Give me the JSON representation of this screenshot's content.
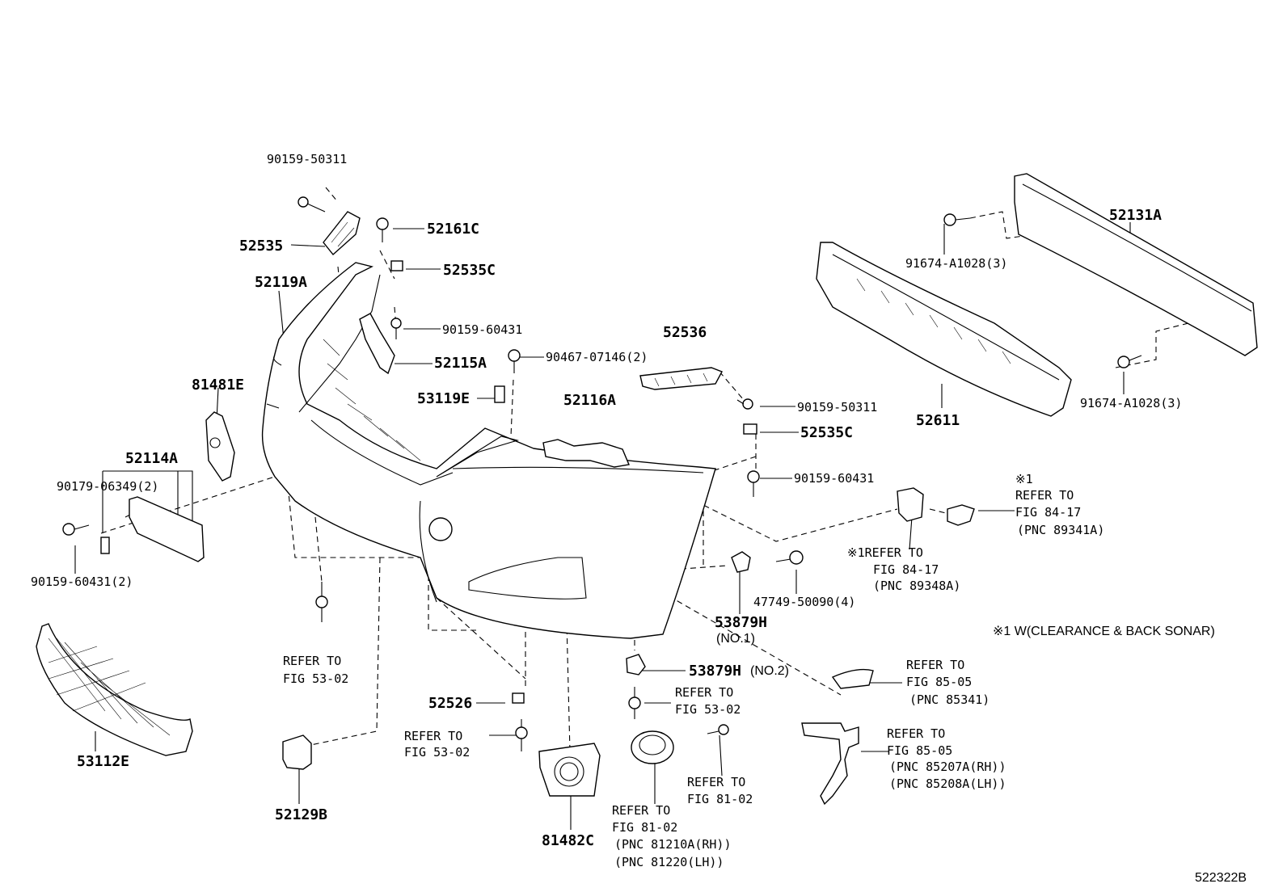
{
  "diagram": {
    "ref_code": "522322B",
    "footnote": "※1 W(CLEARANCE & BACK SONAR)",
    "labels": {
      "p90159_50311_a": "90159-50311",
      "p52161c": "52161C",
      "p52535": "52535",
      "p52535c_a": "52535C",
      "p52119a": "52119A",
      "p90159_60431_a": "90159-60431",
      "p52115a": "52115A",
      "p90467": "90467-07146(2)",
      "p81481e": "81481E",
      "p53119e": "53119E",
      "p52116a": "52116A",
      "p52536": "52536",
      "p90159_50311_b": "90159-50311",
      "p52535c_b": "52535C",
      "p90159_60431_b": "90159-60431",
      "p52114a": "52114A",
      "p90179": "90179-06349(2)",
      "p90159_60431_c": "90159-60431(2)",
      "p52131a": "52131A",
      "p91674_a": "91674-A1028(3)",
      "p91674_b": "91674-A1028(3)",
      "p52611": "52611",
      "p53112e": "53112E",
      "p52526": "52526",
      "p52129b": "52129B",
      "p81482c": "81482C",
      "p53879h_1": "53879H",
      "p53879h_1_no": "(NO.1)",
      "p53879h_2": "53879H",
      "p53879h_2_no": "(NO.2)",
      "p47749": "47749-50090(4)"
    },
    "refs": {
      "r_fig8417_a": [
        "※1",
        "REFER TO",
        "FIG 84-17",
        "(PNC 89341A)"
      ],
      "r_fig8417_b": [
        "※1REFER TO",
        "FIG 84-17",
        "(PNC 89348A)"
      ],
      "r_fig5302_a": [
        "REFER TO",
        "FIG 53-02"
      ],
      "r_fig5302_b": [
        "REFER TO",
        "FIG 53-02"
      ],
      "r_fig5302_c": [
        "REFER TO",
        "FIG 53-02"
      ],
      "r_fig8102_a": [
        "REFER TO",
        "FIG 81-02"
      ],
      "r_fig8102_b": [
        "REFER TO",
        "FIG 81-02",
        "(PNC 81210A(RH))",
        "(PNC 81220(LH))"
      ],
      "r_fig8505_a": [
        "REFER TO",
        "FIG 85-05",
        "(PNC 85341)"
      ],
      "r_fig8505_b": [
        "REFER TO",
        "FIG 85-05",
        "(PNC 85207A(RH))",
        "(PNC 85208A(LH))"
      ]
    }
  }
}
